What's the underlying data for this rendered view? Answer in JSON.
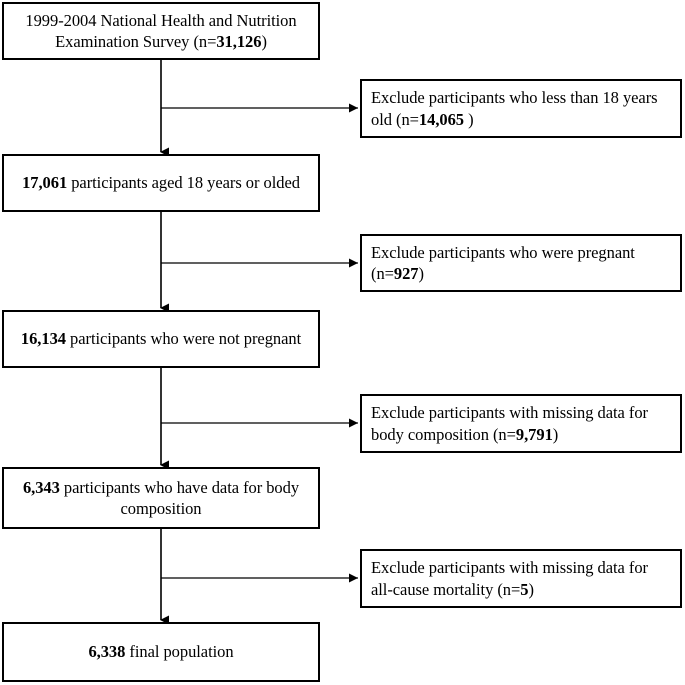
{
  "diagram": {
    "title": "NHANES participant selection flow chart",
    "type": "flowchart",
    "colors": {
      "border": "#000000",
      "background": "#ffffff",
      "text": "#000000",
      "connector": "#000000"
    },
    "main_nodes": [
      {
        "id": "survey",
        "text": "1999-2004 National Health and Nutrition Examination Survey (n=31,126)",
        "prefix": "1999-2004 National Health and Nutrition Examination Survey (n=",
        "bold": "31,126",
        "suffix": ")"
      },
      {
        "id": "adults",
        "text": "17,061 participants aged 18 years or olded",
        "prefix": "",
        "bold": "17,061",
        "suffix": " participants aged 18 years or olded"
      },
      {
        "id": "nonpregnant",
        "text": "16,134 participants who were not pregnant",
        "prefix": "",
        "bold": "16,134",
        "suffix": " participants who were not pregnant"
      },
      {
        "id": "bodycomp",
        "text": "6,343 participants who have data for body composition",
        "prefix": "",
        "bold": "6,343",
        "suffix": " participants who have data for body composition"
      },
      {
        "id": "final",
        "text": "6,338 final population",
        "prefix": "",
        "bold": "6,338",
        "suffix": " final population"
      }
    ],
    "exclusion_nodes": [
      {
        "id": "excl-age",
        "text": "Exclude participants who less than 18 years old (n=14,065 )",
        "prefix": "Exclude participants who less than 18 years old (n=",
        "bold": "14,065",
        "suffix": " )"
      },
      {
        "id": "excl-pregnant",
        "text": "Exclude participants who were pregnant (n=927)",
        "prefix": "Exclude participants who were pregnant (n=",
        "bold": "927",
        "suffix": ")"
      },
      {
        "id": "excl-bodycomp",
        "text": "Exclude participants with missing data for body composition (n=9,791)",
        "prefix": "Exclude participants with missing data for body composition (n=",
        "bold": "9,791",
        "suffix": ")"
      },
      {
        "id": "excl-mortality",
        "text": "Exclude participants with missing data for all-cause mortality (n=5)",
        "prefix": "Exclude participants with missing data for all-cause mortality (n=",
        "bold": "5",
        "suffix": ")"
      }
    ],
    "counts": {
      "survey_total": "31,126",
      "excluded_under_18": "14,065",
      "aged_18_or_older": "17,061",
      "excluded_pregnant": "927",
      "not_pregnant": "16,134",
      "excluded_missing_body_composition": "9,791",
      "have_body_composition": "6,343",
      "excluded_missing_mortality": "5",
      "final_population": "6,338"
    }
  }
}
